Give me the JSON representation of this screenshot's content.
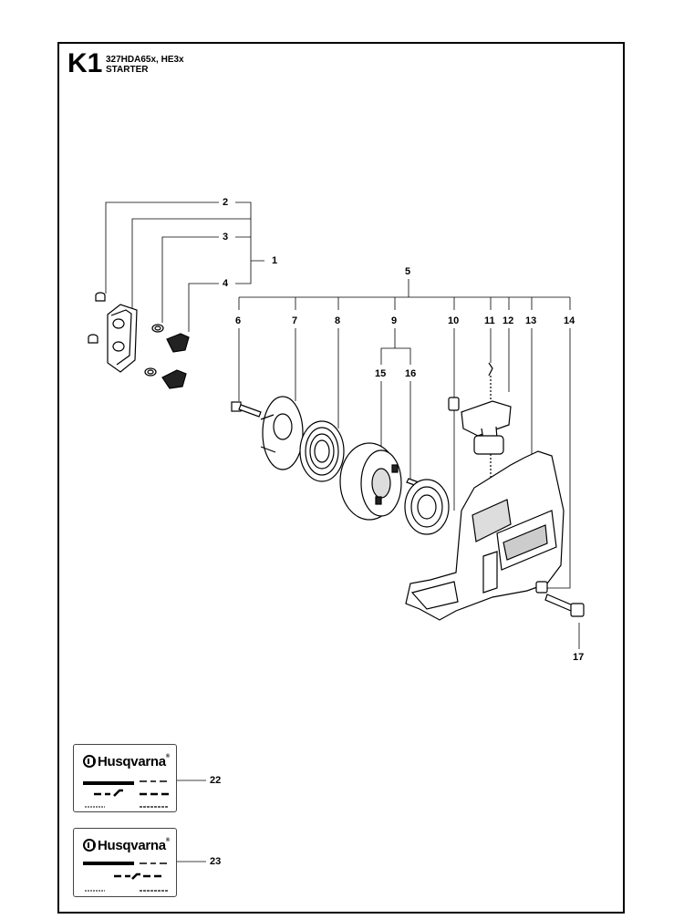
{
  "header": {
    "section_code": "K1",
    "model": "327HDA65x, HE3x",
    "title": "STARTER"
  },
  "callouts": [
    "1",
    "2",
    "3",
    "4",
    "5",
    "6",
    "7",
    "8",
    "9",
    "10",
    "11",
    "12",
    "13",
    "14",
    "15",
    "16",
    "17",
    "22",
    "23"
  ],
  "decal": {
    "brand": "Husqvarna",
    "reg_mark": "®"
  }
}
